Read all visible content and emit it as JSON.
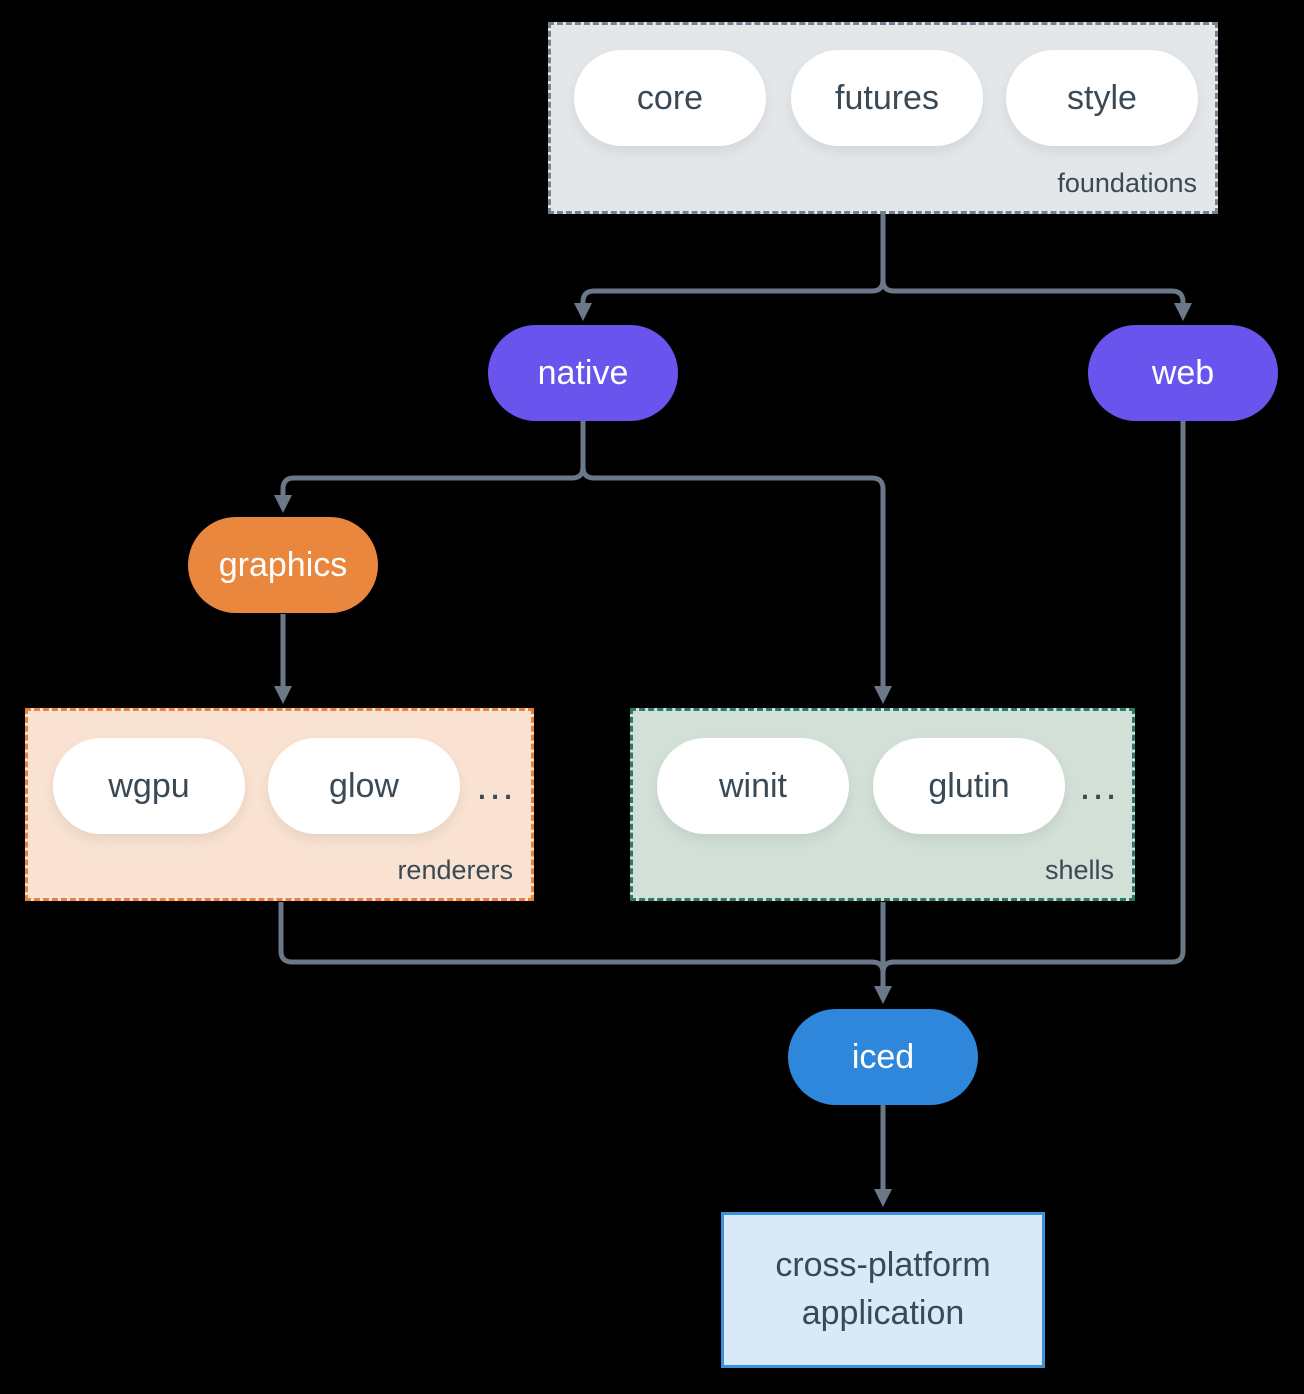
{
  "diagram": {
    "title_implicit": "iced ecosystem architecture",
    "colors": {
      "background": "#000000",
      "connector": "#6b7888",
      "purple_node": "#6a54ee",
      "orange_node": "#e8873d",
      "blue_node": "#2e87db",
      "foundations_fill": "#e3e7ea",
      "foundations_border": "#76838f",
      "renderers_fill": "#f9e2d1",
      "renderers_border": "#e8833d",
      "shells_fill": "#d2e0d8",
      "shells_border": "#2a7a6a",
      "app_fill": "#d8e9f8",
      "app_border": "#3f90db",
      "dark_text": "#3a4956"
    },
    "foundations": {
      "label": "foundations",
      "pills": [
        "core",
        "futures",
        "style"
      ]
    },
    "native": {
      "label": "native"
    },
    "web": {
      "label": "web"
    },
    "graphics": {
      "label": "graphics"
    },
    "renderers": {
      "label": "renderers",
      "pills": [
        "wgpu",
        "glow"
      ],
      "ellipsis": "..."
    },
    "shells": {
      "label": "shells",
      "pills": [
        "winit",
        "glutin"
      ],
      "ellipsis": "..."
    },
    "iced": {
      "label": "iced"
    },
    "application": {
      "line1": "cross-platform",
      "line2": "application"
    }
  }
}
